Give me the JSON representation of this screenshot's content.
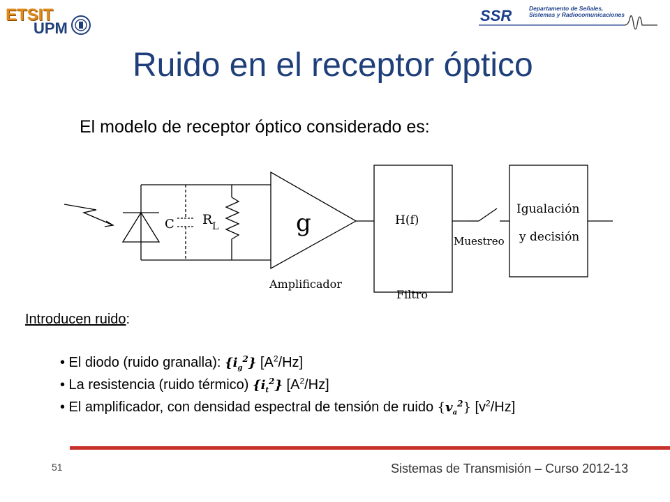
{
  "header": {
    "logo_left": {
      "etsit": "ETSIT",
      "upm": "UPM"
    },
    "logo_right": {
      "ssr": "SSR",
      "dept_line1": "Departamento de Señales,",
      "dept_line2": "Sistemas y Radiocomunicaciones"
    }
  },
  "slide": {
    "title": "Ruido en el receptor óptico",
    "subtitle": "El modelo de receptor óptico considerado es:"
  },
  "diagram": {
    "capacitor_label": "C",
    "resistor_label": "R",
    "resistor_sub": "L",
    "gain_label": "g",
    "amplifier_label": "Amplificador",
    "filter_box_label": "H(f)",
    "filter_label": "Filtro",
    "sampler_label": "Muestreo",
    "decision_line1": "Igualación",
    "decision_line2": "y decisión"
  },
  "noise": {
    "intro_underlined": "Introducen ruido",
    "intro_suffix": ":",
    "items": [
      {
        "text": "• El diodo (ruido granalla): ",
        "sym_open": "{",
        "sym": "i",
        "sub": "g",
        "sup": "2",
        "sym_close": "}",
        "unit": " [A",
        "unit_sup": "2",
        "unit_end": "/Hz]"
      },
      {
        "text": "• La resistencia (ruido térmico) ",
        "sym_open": "{",
        "sym": "i",
        "sub": "t",
        "sup": "2",
        "sym_close": "}",
        "unit": " [A",
        "unit_sup": "2",
        "unit_end": "/Hz]"
      },
      {
        "text": "• El amplificador, con densidad espectral de tensión de ruido ",
        "sym_open": "{",
        "sym": "v",
        "sub": "a",
        "sup": "2",
        "sym_close": "}",
        "unit": " [v",
        "unit_sup": "2",
        "unit_end": "/Hz]"
      }
    ]
  },
  "footer": {
    "page_number": "51",
    "course": "Sistemas de Transmisión – Curso 2012-13"
  },
  "colors": {
    "title": "#1f3f7a",
    "accent_line": "#c8312a",
    "etsit_orange": "#e08a1c",
    "ssr_blue": "#1c3f8c"
  }
}
